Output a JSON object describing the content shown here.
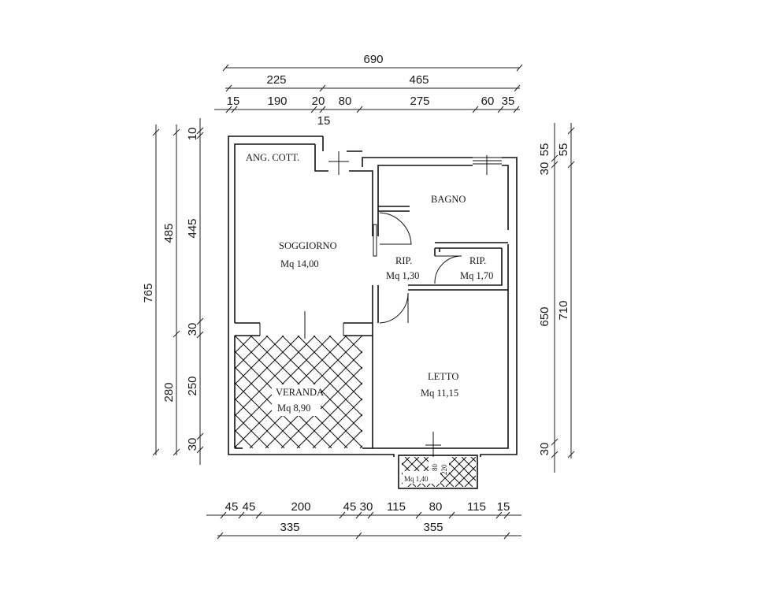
{
  "dimensions": {
    "top": {
      "total": "690",
      "row2": [
        "225",
        "465"
      ],
      "row3": [
        "15",
        "190",
        "20",
        "80",
        "275",
        "60",
        "35"
      ],
      "row3_sub": "15"
    },
    "bottom": {
      "row1": [
        "45",
        "45",
        "200",
        "45",
        "30",
        "115",
        "80",
        "115",
        "15"
      ],
      "row2": [
        "335",
        "355"
      ]
    },
    "left": {
      "total": "765",
      "mid": [
        "485",
        "280"
      ],
      "inner": [
        "10",
        "445",
        "30",
        "250",
        "30"
      ]
    },
    "right": {
      "outer": [
        "55",
        "710"
      ],
      "inner": [
        "30",
        "55",
        "650",
        "30"
      ]
    }
  },
  "rooms": {
    "kitchen": {
      "label": "ANG. COTT."
    },
    "bathroom": {
      "label": "BAGNO"
    },
    "living": {
      "label": "SOGGIORNO",
      "area": "Mq 14,00"
    },
    "storage1": {
      "label": "RIP.",
      "area": "Mq 1,30"
    },
    "storage2": {
      "label": "RIP.",
      "area": "Mq 1,70"
    },
    "veranda": {
      "label": "VERANDA",
      "area": "Mq 8,90"
    },
    "bedroom": {
      "label": "LETTO",
      "area": "Mq 11,15"
    },
    "balcony": {
      "area": "Mq 1,40",
      "dim_a": "80",
      "dim_b": "220"
    }
  }
}
